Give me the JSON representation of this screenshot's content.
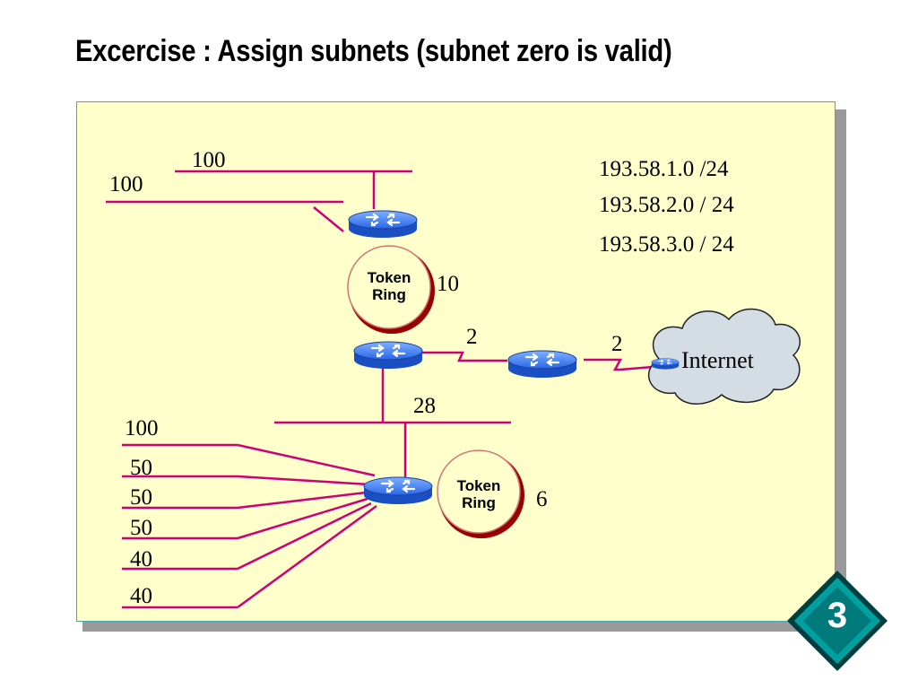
{
  "title": "Excercise : Assign subnets (subnet zero is valid)",
  "address_blocks": [
    "193.58.1.0 /24",
    "193.58.2.0 / 24",
    "193.58.3.0 / 24"
  ],
  "hosts": {
    "top_lan_a": "100",
    "top_lan_b": "100",
    "token_ring_top": "10",
    "serial_link_1": "2",
    "serial_link_2": "2",
    "backbone_lan": "28",
    "token_ring_bottom": "6",
    "branch_lans": [
      "100",
      "50",
      "50",
      "50",
      "40",
      "40"
    ]
  },
  "token_ring_label": [
    "Token",
    "Ring"
  ],
  "internet_label": "Internet",
  "slide_number": "3",
  "colors": {
    "line": "#cc0077",
    "panel": "#ffffcc",
    "router": "#2266ee",
    "token_ring_fill": "#ffffcc",
    "token_ring_border": "#990000",
    "cloud": "#d4dde4",
    "badge": "#008a8a"
  }
}
